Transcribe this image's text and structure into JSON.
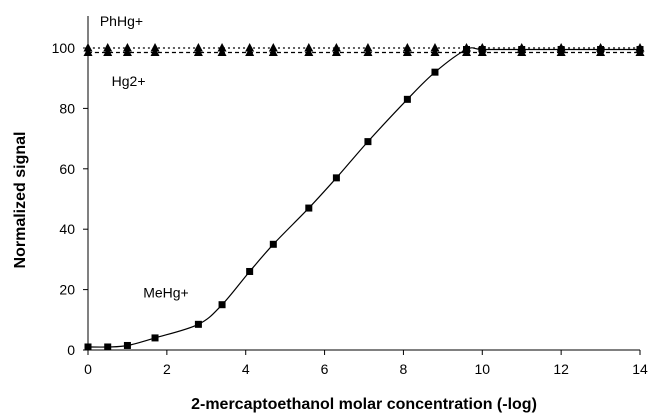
{
  "chart_data": {
    "type": "line",
    "title": "",
    "xlabel": "2-mercaptoethanol molar concentration (-log)",
    "ylabel": "Normalized signal",
    "xlim": [
      0,
      14
    ],
    "ylim": [
      0,
      100
    ],
    "xticks": [
      "0",
      "2",
      "4",
      "6",
      "8",
      "10",
      "12",
      "14"
    ],
    "yticks": [
      "0",
      "20",
      "40",
      "60",
      "80",
      "100"
    ],
    "grid": false,
    "legend": "none",
    "series": [
      {
        "name": "PhHg+",
        "marker": "triangle",
        "line": "dotted",
        "color": "#000000",
        "x": [
          0,
          0.5,
          1,
          1.7,
          2.8,
          3.4,
          4.1,
          4.7,
          5.6,
          6.3,
          7.1,
          8.1,
          8.8,
          9.6,
          10,
          11,
          12,
          13,
          14
        ],
        "y": [
          100,
          100,
          100,
          100,
          100,
          100,
          100,
          100,
          100,
          100,
          100,
          100,
          100,
          100,
          100,
          100,
          100,
          100,
          100
        ]
      },
      {
        "name": "Hg2+",
        "marker": "triangle",
        "line": "dashed",
        "color": "#000000",
        "x": [
          0,
          0.5,
          1,
          1.7,
          2.8,
          3.4,
          4.1,
          4.7,
          5.6,
          6.3,
          7.1,
          8.1,
          8.8,
          9.6,
          10,
          11,
          12,
          13,
          14
        ],
        "y": [
          98.5,
          98.5,
          98.5,
          98.5,
          98.5,
          98.5,
          98.5,
          98.5,
          98.5,
          98.5,
          98.5,
          98.5,
          98.5,
          98.5,
          98.5,
          98.5,
          98.5,
          98.5,
          98.5
        ]
      },
      {
        "name": "MeHg+",
        "marker": "square",
        "line": "solid",
        "color": "#000000",
        "x": [
          0,
          0.5,
          1,
          1.7,
          2.8,
          3.4,
          4.1,
          4.7,
          5.6,
          6.3,
          7.1,
          8.1,
          8.8,
          9.6,
          10,
          11,
          12,
          13,
          14
        ],
        "y": [
          1,
          1,
          1.5,
          4,
          8.5,
          15,
          26,
          35,
          47,
          57,
          69,
          83,
          92,
          99.5,
          99.5,
          99.5,
          99.5,
          99.5,
          99.5
        ]
      }
    ],
    "annotations": [
      {
        "text": "PhHg+",
        "x": 0.3,
        "y": 109
      },
      {
        "text": "Hg2+",
        "x": 0.6,
        "y": 89
      },
      {
        "text": "MeHg+",
        "x": 1.4,
        "y": 19
      }
    ]
  }
}
